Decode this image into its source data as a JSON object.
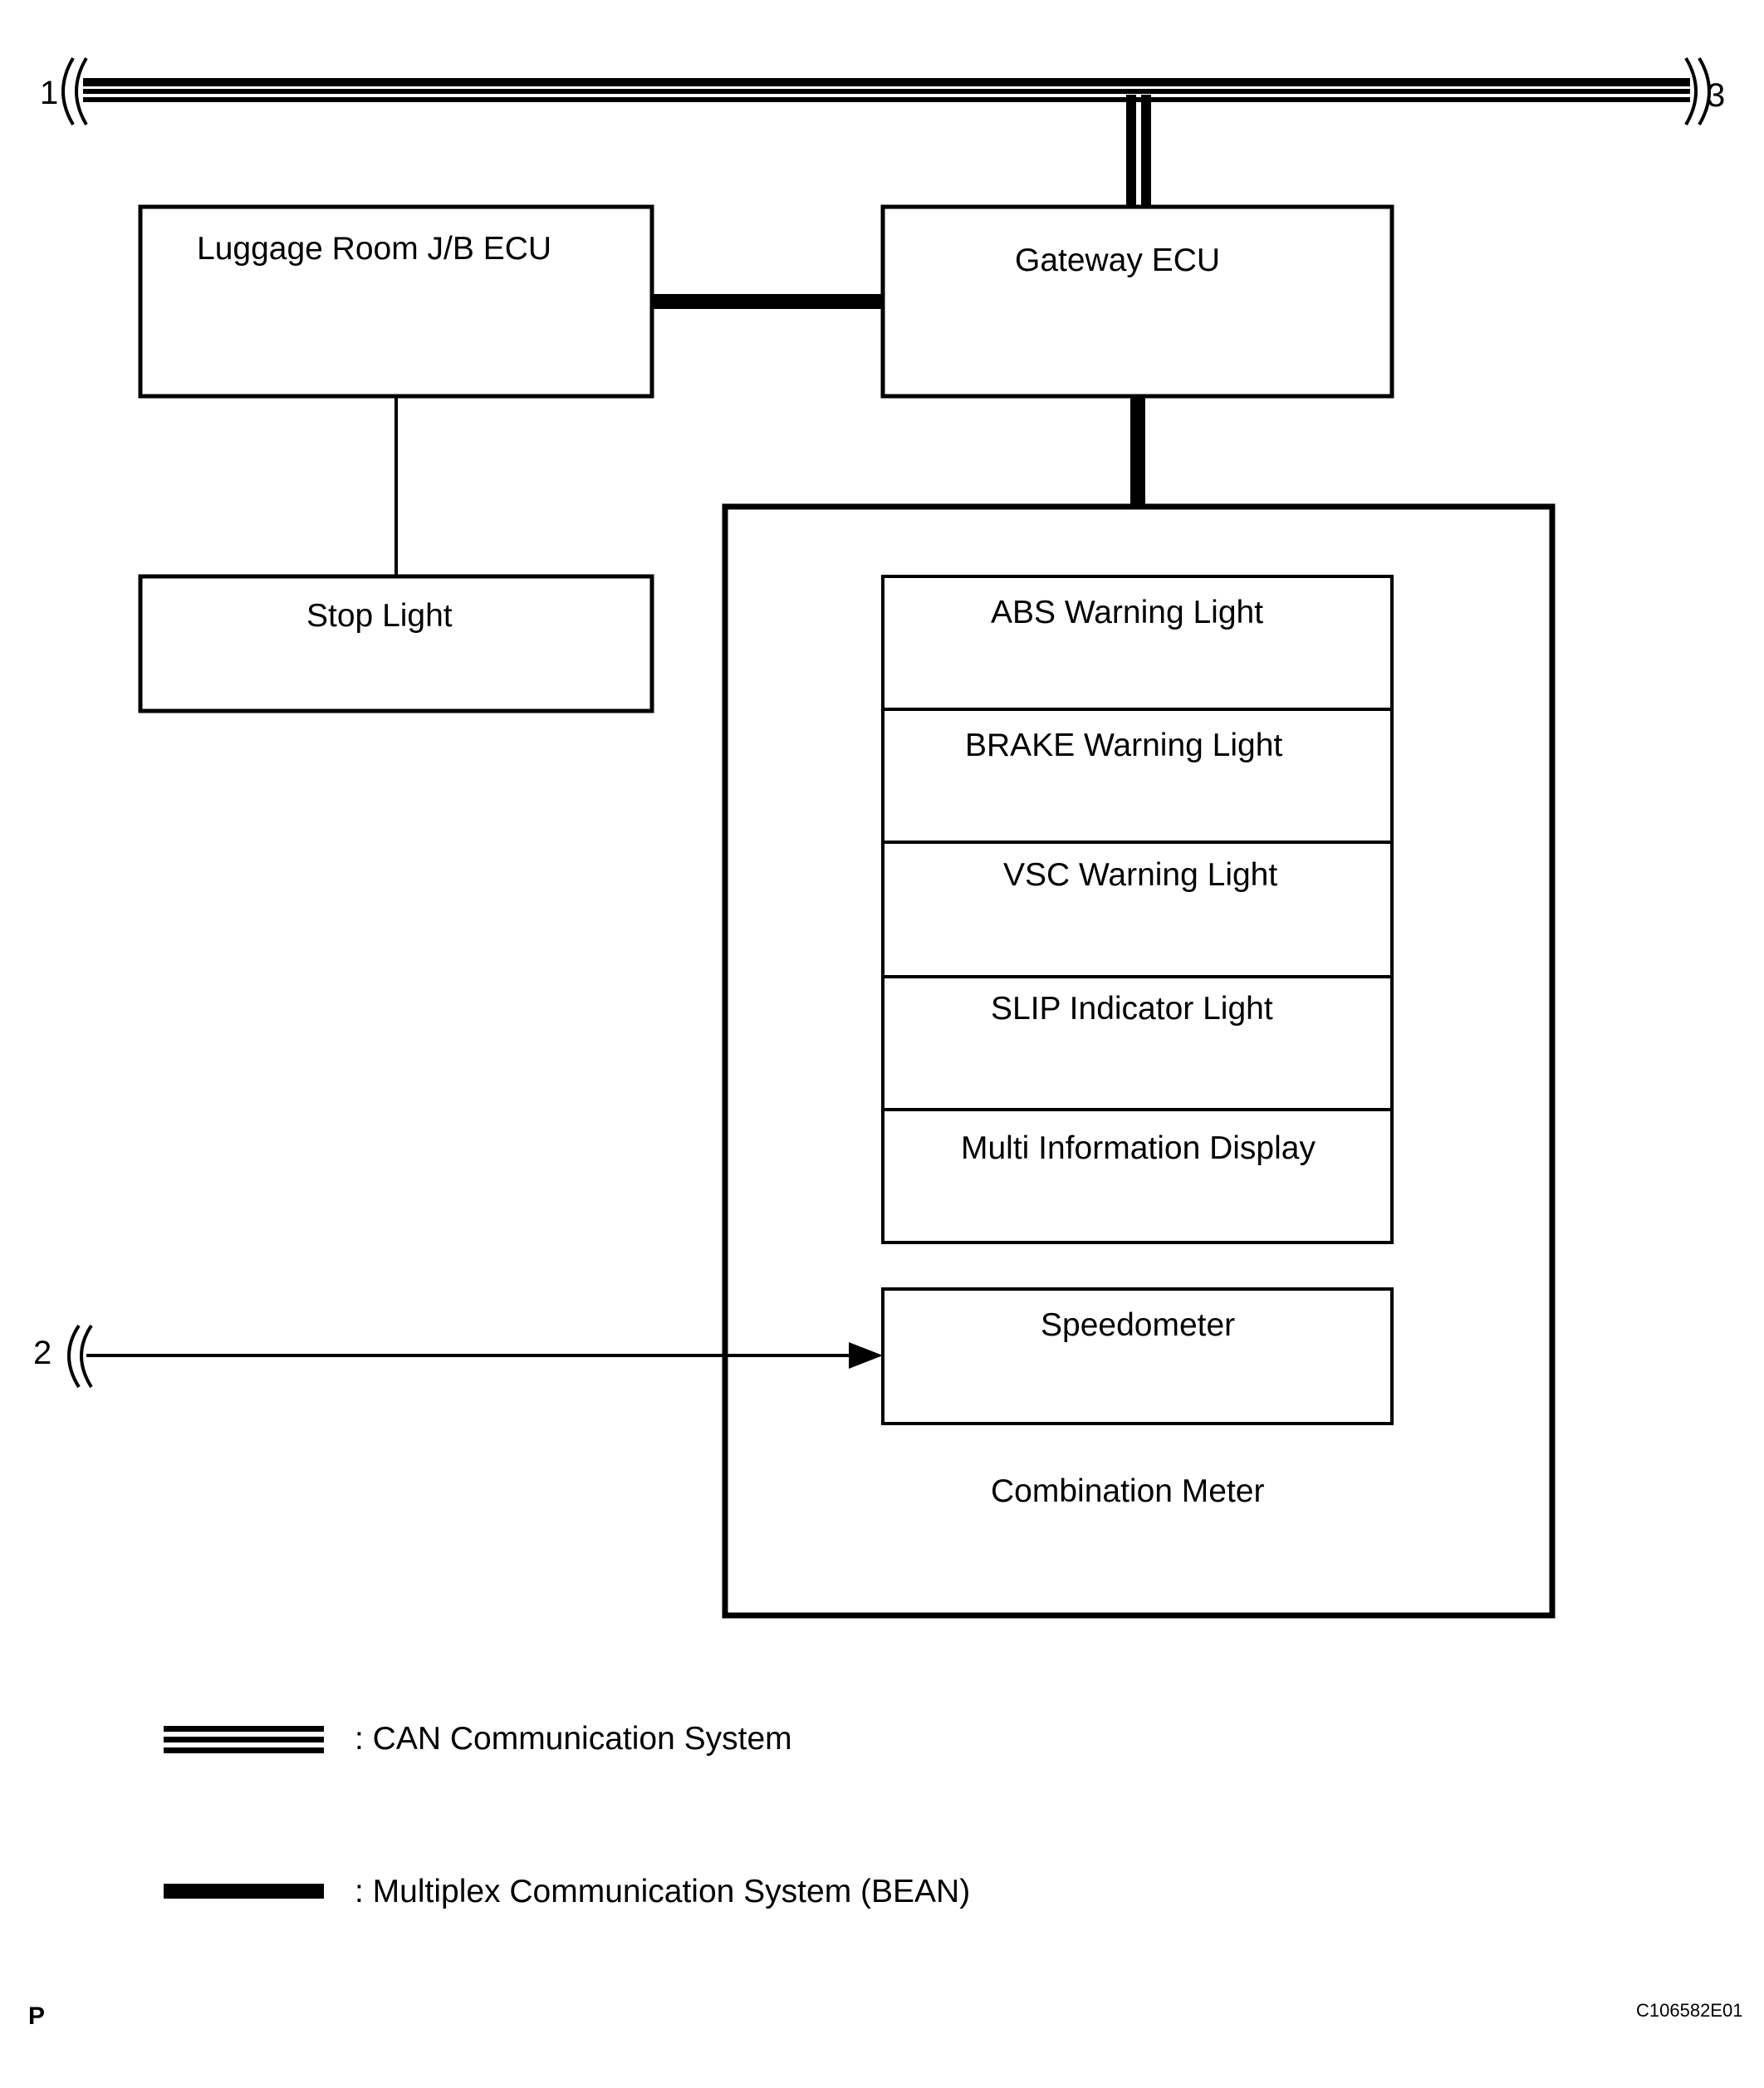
{
  "connectors": {
    "left_top": "1",
    "right_top": "3",
    "left_bottom": "2"
  },
  "boxes": {
    "luggage_room_jb_ecu": "Luggage Room J/B ECU",
    "gateway_ecu": "Gateway ECU",
    "stop_light": "Stop Light",
    "combination_meter": "Combination Meter",
    "speedometer": "Speedometer"
  },
  "meter_items": [
    "ABS Warning Light",
    "BRAKE Warning Light",
    "VSC Warning Light",
    "SLIP Indicator Light",
    "Multi Information Display"
  ],
  "legend": {
    "can": ": CAN Communication System",
    "bean": ": Multiplex Communication System (BEAN)"
  },
  "corner_label": "P",
  "figure_code": "C106582E01"
}
